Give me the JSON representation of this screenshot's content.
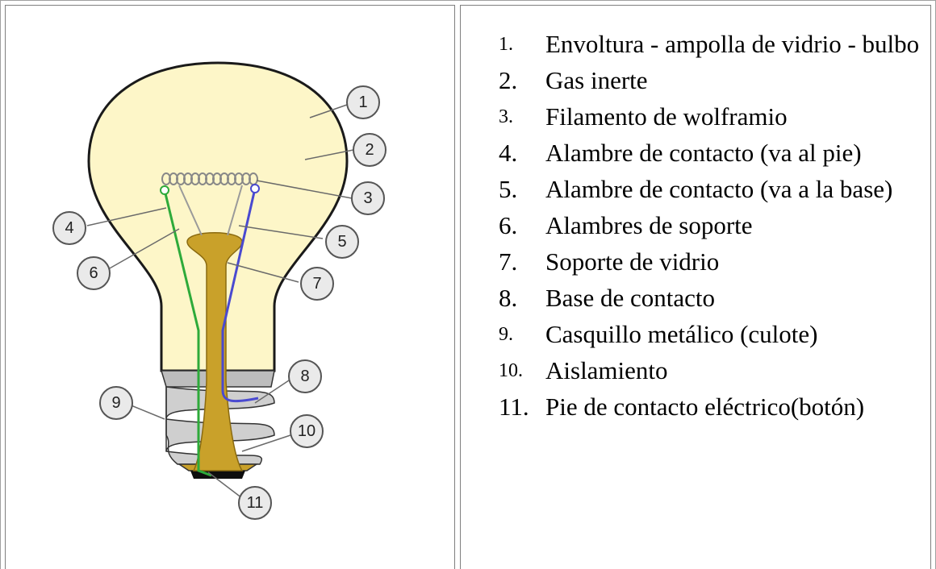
{
  "legend": {
    "items": [
      {
        "number": "1.",
        "label": "Envoltura - ampolla de vidrio - bulbo",
        "small": true
      },
      {
        "number": "2.",
        "label": "Gas inerte",
        "small": false
      },
      {
        "number": "3.",
        "label": "Filamento de wolframio",
        "small": true
      },
      {
        "number": "4.",
        "label": "Alambre de contacto (va al pie)",
        "small": false
      },
      {
        "number": "5.",
        "label": "Alambre de contacto (va a la base)",
        "small": false
      },
      {
        "number": "6.",
        "label": "Alambres de soporte",
        "small": false
      },
      {
        "number": "7.",
        "label": "Soporte de vidrio",
        "small": false
      },
      {
        "number": "8.",
        "label": "Base de contacto",
        "small": false
      },
      {
        "number": "9.",
        "label": "Casquillo metálico (culote)",
        "small": true
      },
      {
        "number": "10.",
        "label": "Aislamiento",
        "small": true
      },
      {
        "number": "11.",
        "label": "Pie de contacto eléctrico(botón)",
        "small": false
      }
    ]
  },
  "diagram": {
    "callouts": [
      "1",
      "2",
      "3",
      "4",
      "5",
      "6",
      "7",
      "8",
      "9",
      "10",
      "11"
    ],
    "colors": {
      "bulb_fill": "#fdf6c8",
      "bulb_stroke": "#1a1a1a",
      "support_glass": "#c9a12a",
      "base_metal": "#c6c6c6",
      "contact_wire_left": "#2eaa3a",
      "contact_wire_right": "#4a4ad0",
      "callout_line": "#6a6a6a"
    }
  }
}
